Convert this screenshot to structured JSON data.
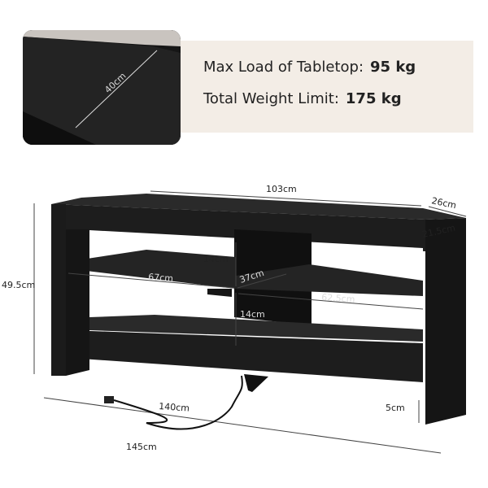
{
  "specs": {
    "tabletop_label": "Max Load of Tabletop:",
    "tabletop_value": "95 kg",
    "total_label": "Total Weight Limit:",
    "total_value": "175 kg"
  },
  "inset": {
    "depth_label": "40cm"
  },
  "dimensions": {
    "top_width": "103cm",
    "side_depth": "26cm",
    "side_width": "21.5cm",
    "height": "49.5cm",
    "upper_gap": "14cm",
    "lower_gap": "14cm",
    "left_shelf": "67cm",
    "center_depth": "37cm",
    "right_shelf": "62.5cm",
    "base_width": "140cm",
    "leg_clearance": "5cm",
    "cord_length": "145cm"
  },
  "colors": {
    "banner": "#f3ede6",
    "furniture": "#1b1b1b"
  }
}
